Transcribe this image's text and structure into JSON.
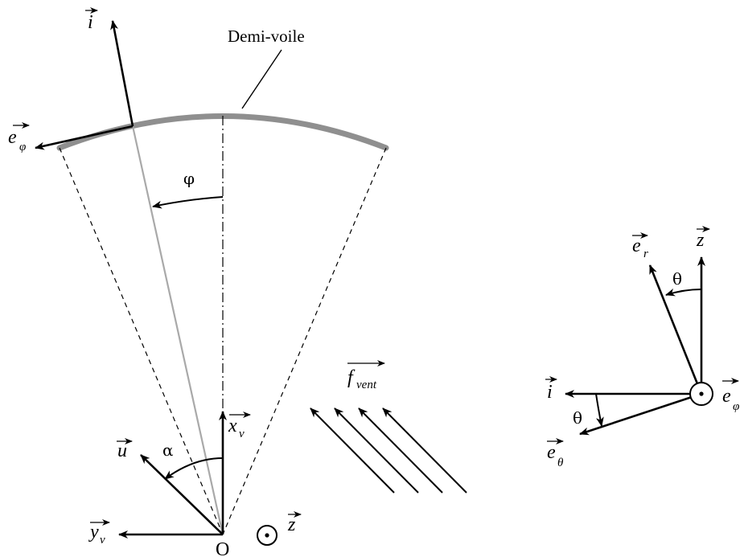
{
  "diagram": {
    "sail_label": "Demi-voile",
    "angles": {
      "phi": "φ",
      "alpha": "α",
      "theta_top": "θ",
      "theta_bottom": "θ"
    },
    "origin_label": "O",
    "left_frame": {
      "i": {
        "base": "i",
        "sub": ""
      },
      "e_phi": {
        "base": "e",
        "sub": "φ"
      },
      "x_v": {
        "base": "x",
        "sub": "v"
      },
      "y_v": {
        "base": "y",
        "sub": "v"
      },
      "u": {
        "base": "u",
        "sub": ""
      },
      "z": {
        "base": "z",
        "sub": ""
      }
    },
    "wind": {
      "base": "f",
      "sub": "vent"
    },
    "right_frame": {
      "e_r": {
        "base": "e",
        "sub": "r"
      },
      "z": {
        "base": "z",
        "sub": ""
      },
      "i": {
        "base": "i",
        "sub": ""
      },
      "e_phi": {
        "base": "e",
        "sub": "φ"
      },
      "e_theta": {
        "base": "e",
        "sub": "θ"
      }
    },
    "colors": {
      "ink": "#000000",
      "sail": "#8f8f8f",
      "radius": "#a9a9a9"
    }
  }
}
